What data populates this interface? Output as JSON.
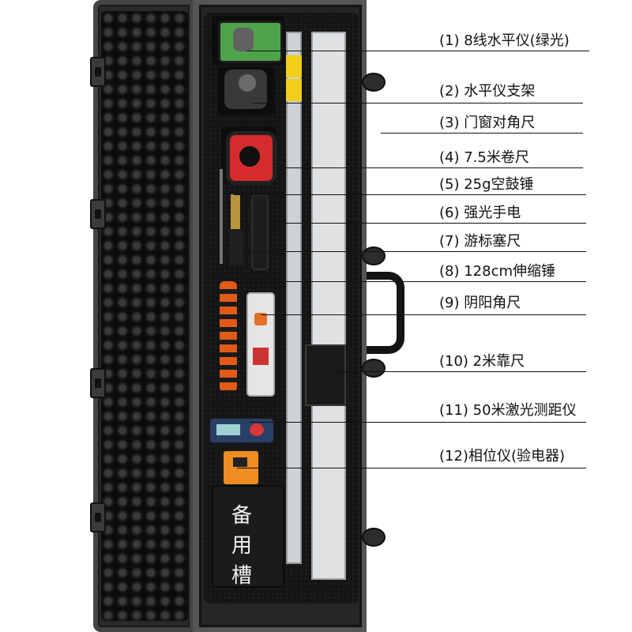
{
  "labels": [
    "(1) 8线水平仪(绿光)",
    "(2) 水平仪支架",
    "(3) 门窗对角尺",
    "(4) 7.5米卷尺",
    "(5) 25g空鼓锤",
    "(6) 强光手电",
    "(7) 游标塞尺",
    "(8) 128cm伸缩锤",
    "(9) 阴阳角尺",
    "(10) 2米靠尺",
    "(11) 50米激光测距仪",
    "(12)相位仪(验电器)"
  ],
  "spare_slot": [
    "备",
    "用",
    "槽"
  ],
  "colors": {
    "case_dark": "#262626",
    "laser_green": "#4fa34a",
    "tape_red": "#d42c2c",
    "tool_orange": "#ef8c22",
    "ruler_yellow": "#f1cf1a"
  }
}
